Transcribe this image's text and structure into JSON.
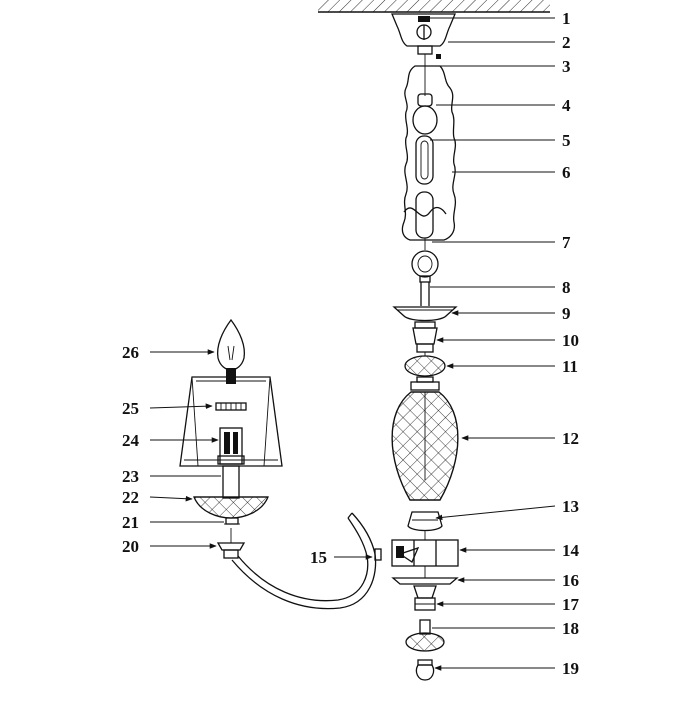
{
  "diagram": {
    "labels": {
      "n1": "1",
      "n2": "2",
      "n3": "3",
      "n4": "4",
      "n5": "5",
      "n6": "6",
      "n7": "7",
      "n8": "8",
      "n9": "9",
      "n10": "10",
      "n11": "11",
      "n12": "12",
      "n13": "13",
      "n14": "14",
      "n15": "15",
      "n16": "16",
      "n17": "17",
      "n18": "18",
      "n19": "19",
      "n20": "20",
      "n21": "21",
      "n22": "22",
      "n23": "23",
      "n24": "24",
      "n25": "25",
      "n26": "26"
    }
  }
}
